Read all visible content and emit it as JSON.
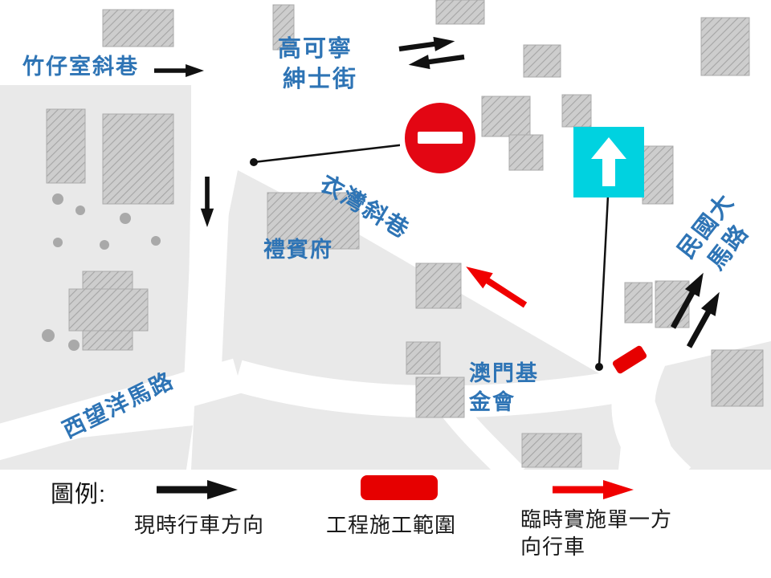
{
  "map": {
    "street_labels": {
      "zhuzaishi": "竹仔室斜巷",
      "gaokening_line1": "高可寧",
      "gaokening_line2": "紳士街",
      "yiwan": "衣灣斜巷",
      "libinfu": "禮賓府",
      "minguo_line1": "民國大",
      "minguo_line2": "馬路",
      "aomen_foundation_line1": "澳門基",
      "aomen_foundation_line2": "金會",
      "xiwangyang": "西望洋馬路"
    },
    "icons": {
      "no_entry_sign": "no-entry-sign",
      "one_way_sign": "one-way-straight-ahead-sign",
      "construction_zone": "construction-zone-marker",
      "current_flow_arrow": "black-direction-arrow",
      "temp_one_way_arrow": "red-direction-arrow"
    },
    "colors": {
      "street_label_blue": "#2E74B5",
      "no_entry_red": "#E30613",
      "one_way_cyan": "#00D2E0",
      "construction_red": "#E60000",
      "temp_arrow_red": "#F00000",
      "traffic_arrow_black": "#111111"
    }
  },
  "legend": {
    "title": "圖例:",
    "items": [
      {
        "symbol": "black-arrow",
        "label": "現時行車方向"
      },
      {
        "symbol": "red-rect",
        "label": "工程施工範圍"
      },
      {
        "symbol": "red-arrow",
        "label": "臨時實施單一方向行車"
      }
    ]
  }
}
